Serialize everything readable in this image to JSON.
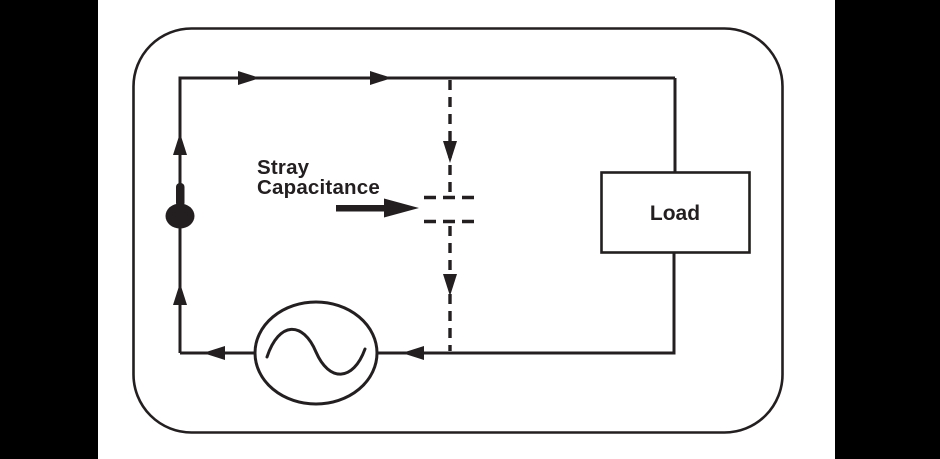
{
  "diagram": {
    "title": "stray-capacitance-circuit-diagram",
    "labels": {
      "stray_line1": "Stray",
      "stray_line2": "Capacitance",
      "load": "Load"
    },
    "icons": {
      "ac_source": "ac-sine-source-icon",
      "capacitor": "dashed-capacitor-icon",
      "junction": "junction-pin-dot",
      "current_arrows": "current-direction-arrowheads",
      "pointer": "stray-capacitance-pointer-arrow"
    },
    "colors": {
      "background": "#ffffff",
      "side_bars": "#000000",
      "line": "#231f20",
      "text": "#231f20"
    }
  }
}
